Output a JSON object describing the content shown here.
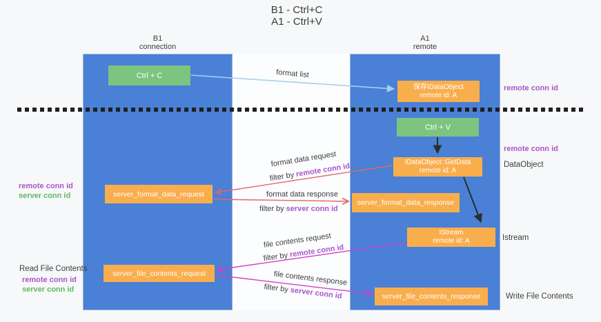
{
  "title": {
    "line1": "B1 - Ctrl+C",
    "line2": "A1 - Ctrl+V"
  },
  "columns": {
    "b1": {
      "header_line1": "B1",
      "header_line2": "connection"
    },
    "a1": {
      "header_line1": "A1",
      "header_line2": "remote"
    }
  },
  "boxes": {
    "ctrl_c": {
      "label": "Ctrl + C"
    },
    "save_idataobject": {
      "line1": "保存IDataObject",
      "line2": "remote id: A"
    },
    "ctrl_v": {
      "label": "Ctrl + V"
    },
    "getdata": {
      "line1": "IDataObject::GetData",
      "line2": "remote id: A"
    },
    "format_request": {
      "label": "server_format_data_request"
    },
    "format_response": {
      "label": "server_format_data_response"
    },
    "istream": {
      "line1": "IStream",
      "line2": "remote id: A"
    },
    "file_request": {
      "label": "server_file_contents_request"
    },
    "file_response": {
      "label": "server_file_contents_response"
    }
  },
  "side_labels": {
    "right_remote_conn_top": "remote conn id",
    "right_remote_conn_mid": "remote conn id",
    "right_dataobject": "DataObject",
    "right_istream": "Istream",
    "right_write_file": "Write File Contents",
    "left_remote_conn_top": "remote conn id",
    "left_server_conn_top": "server conn id",
    "left_read_file": "Read File Contents",
    "left_remote_conn_bottom": "remote conn id",
    "left_server_conn_bottom": "server conn id"
  },
  "flow_labels": {
    "format_list": "format list",
    "format_data_request": "format data request",
    "filter_remote_1": {
      "prefix": "filter by ",
      "colored": "remote conn id"
    },
    "format_data_response": "format data response",
    "filter_server_1": {
      "prefix": "filter by ",
      "colored": "server conn id"
    },
    "file_contents_request": "file contents request",
    "filter_remote_2": {
      "prefix": "filter by ",
      "colored": "remote conn id"
    },
    "file_contents_response": "file contents response",
    "filter_server_2": {
      "prefix": "filter by ",
      "colored": "server conn id"
    }
  },
  "colors": {
    "column_blue": "#4a80d5",
    "box_green": "#7cc47f",
    "box_orange": "#f9ae4d",
    "arrow_red": "#e06868",
    "arrow_magenta": "#cc3fcc",
    "arrow_lightblue": "#a5d1f0",
    "arrow_black": "#2d2d2d",
    "text_purple": "#a855cc",
    "text_green": "#5eb95e",
    "text_dark": "#3d3d3d"
  }
}
